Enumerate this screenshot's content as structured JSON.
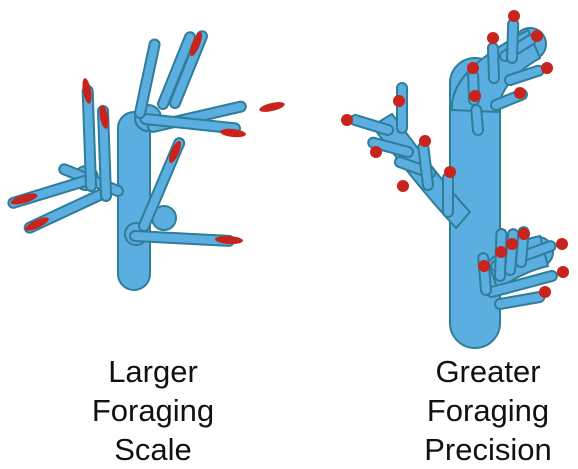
{
  "colors": {
    "root_fill": "#5aaee0",
    "root_outline": "#2f7d99",
    "tip_fill": "#c8231c"
  },
  "left_panel": {
    "caption_lines": [
      "Larger",
      "Foraging",
      "Scale"
    ]
  },
  "right_panel": {
    "caption_lines": [
      "Greater",
      "Foraging",
      "Precision"
    ]
  }
}
